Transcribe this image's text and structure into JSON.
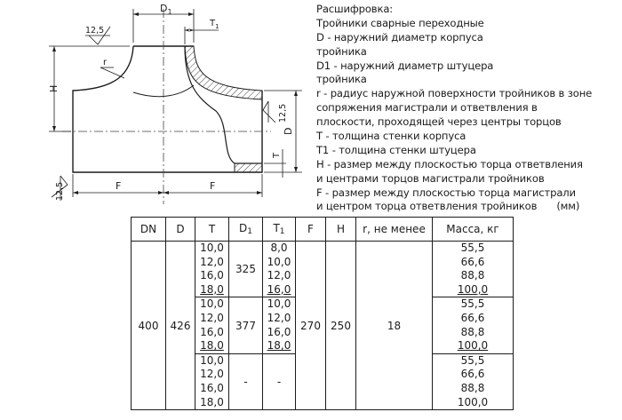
{
  "diagram": {
    "labels": {
      "d1": "D",
      "d1_sub": "1",
      "t1": "T",
      "t1_sub": "1",
      "r": "r",
      "h": "H",
      "d": "D",
      "t": "T",
      "f_left": "F",
      "f_right": "F",
      "rough_top": "12,5",
      "rough_left": "12,5",
      "rough_right": "12,5"
    }
  },
  "legend": {
    "lines": [
      "Расшифровка:",
      "Тройники сварные переходные",
      "D - наружний диаметр корпуса",
      "тройника",
      "D1 - наружний диаметр штуцера",
      "тройника",
      "r - радиус наружной поверхности тройников в зоне",
      "сопряжения магистрали и ответвления в",
      "плоскости, проходящей через центры торцов",
      "T - толщина стенки корпуса",
      "T1 - толщина стенки штуцера",
      "H - размер между плоскостью торца ответвления",
      "и центрами торцов магистрали тройников",
      "F - размер между плоскостью торца магистрали",
      "и центром торца ответвления тройников"
    ],
    "unit": "(мм)"
  },
  "table": {
    "headers": {
      "dn": "DN",
      "d": "D",
      "t": "T",
      "d1": "D",
      "d1_sub": "1",
      "t1": "T",
      "t1_sub": "1",
      "f": "F",
      "h": "H",
      "r": "r, не менее",
      "mass": "Масса, кг"
    },
    "dn": "400",
    "d": "426",
    "f": "270",
    "h": "250",
    "r": "18",
    "groups": [
      {
        "t": [
          "10,0",
          "12,0",
          "16,0",
          "18,0"
        ],
        "d1": "325",
        "t1": [
          "8,0",
          "10,0",
          "12,0",
          "16,0"
        ],
        "mass": [
          "55,5",
          "66,6",
          "88,8",
          "100,0"
        ]
      },
      {
        "t": [
          "10,0",
          "12,0",
          "16,0",
          "18,0"
        ],
        "d1": "377",
        "t1": [
          "10,0",
          "12,0",
          "16,0",
          "18,0"
        ],
        "mass": [
          "55,5",
          "66,6",
          "88,8",
          "100,0"
        ]
      },
      {
        "t": [
          "10,0",
          "12,0",
          "16,0",
          "18,0"
        ],
        "d1": "-",
        "t1_single": "-",
        "mass": [
          "55,5",
          "66,6",
          "88,8",
          "100,0"
        ]
      }
    ]
  }
}
